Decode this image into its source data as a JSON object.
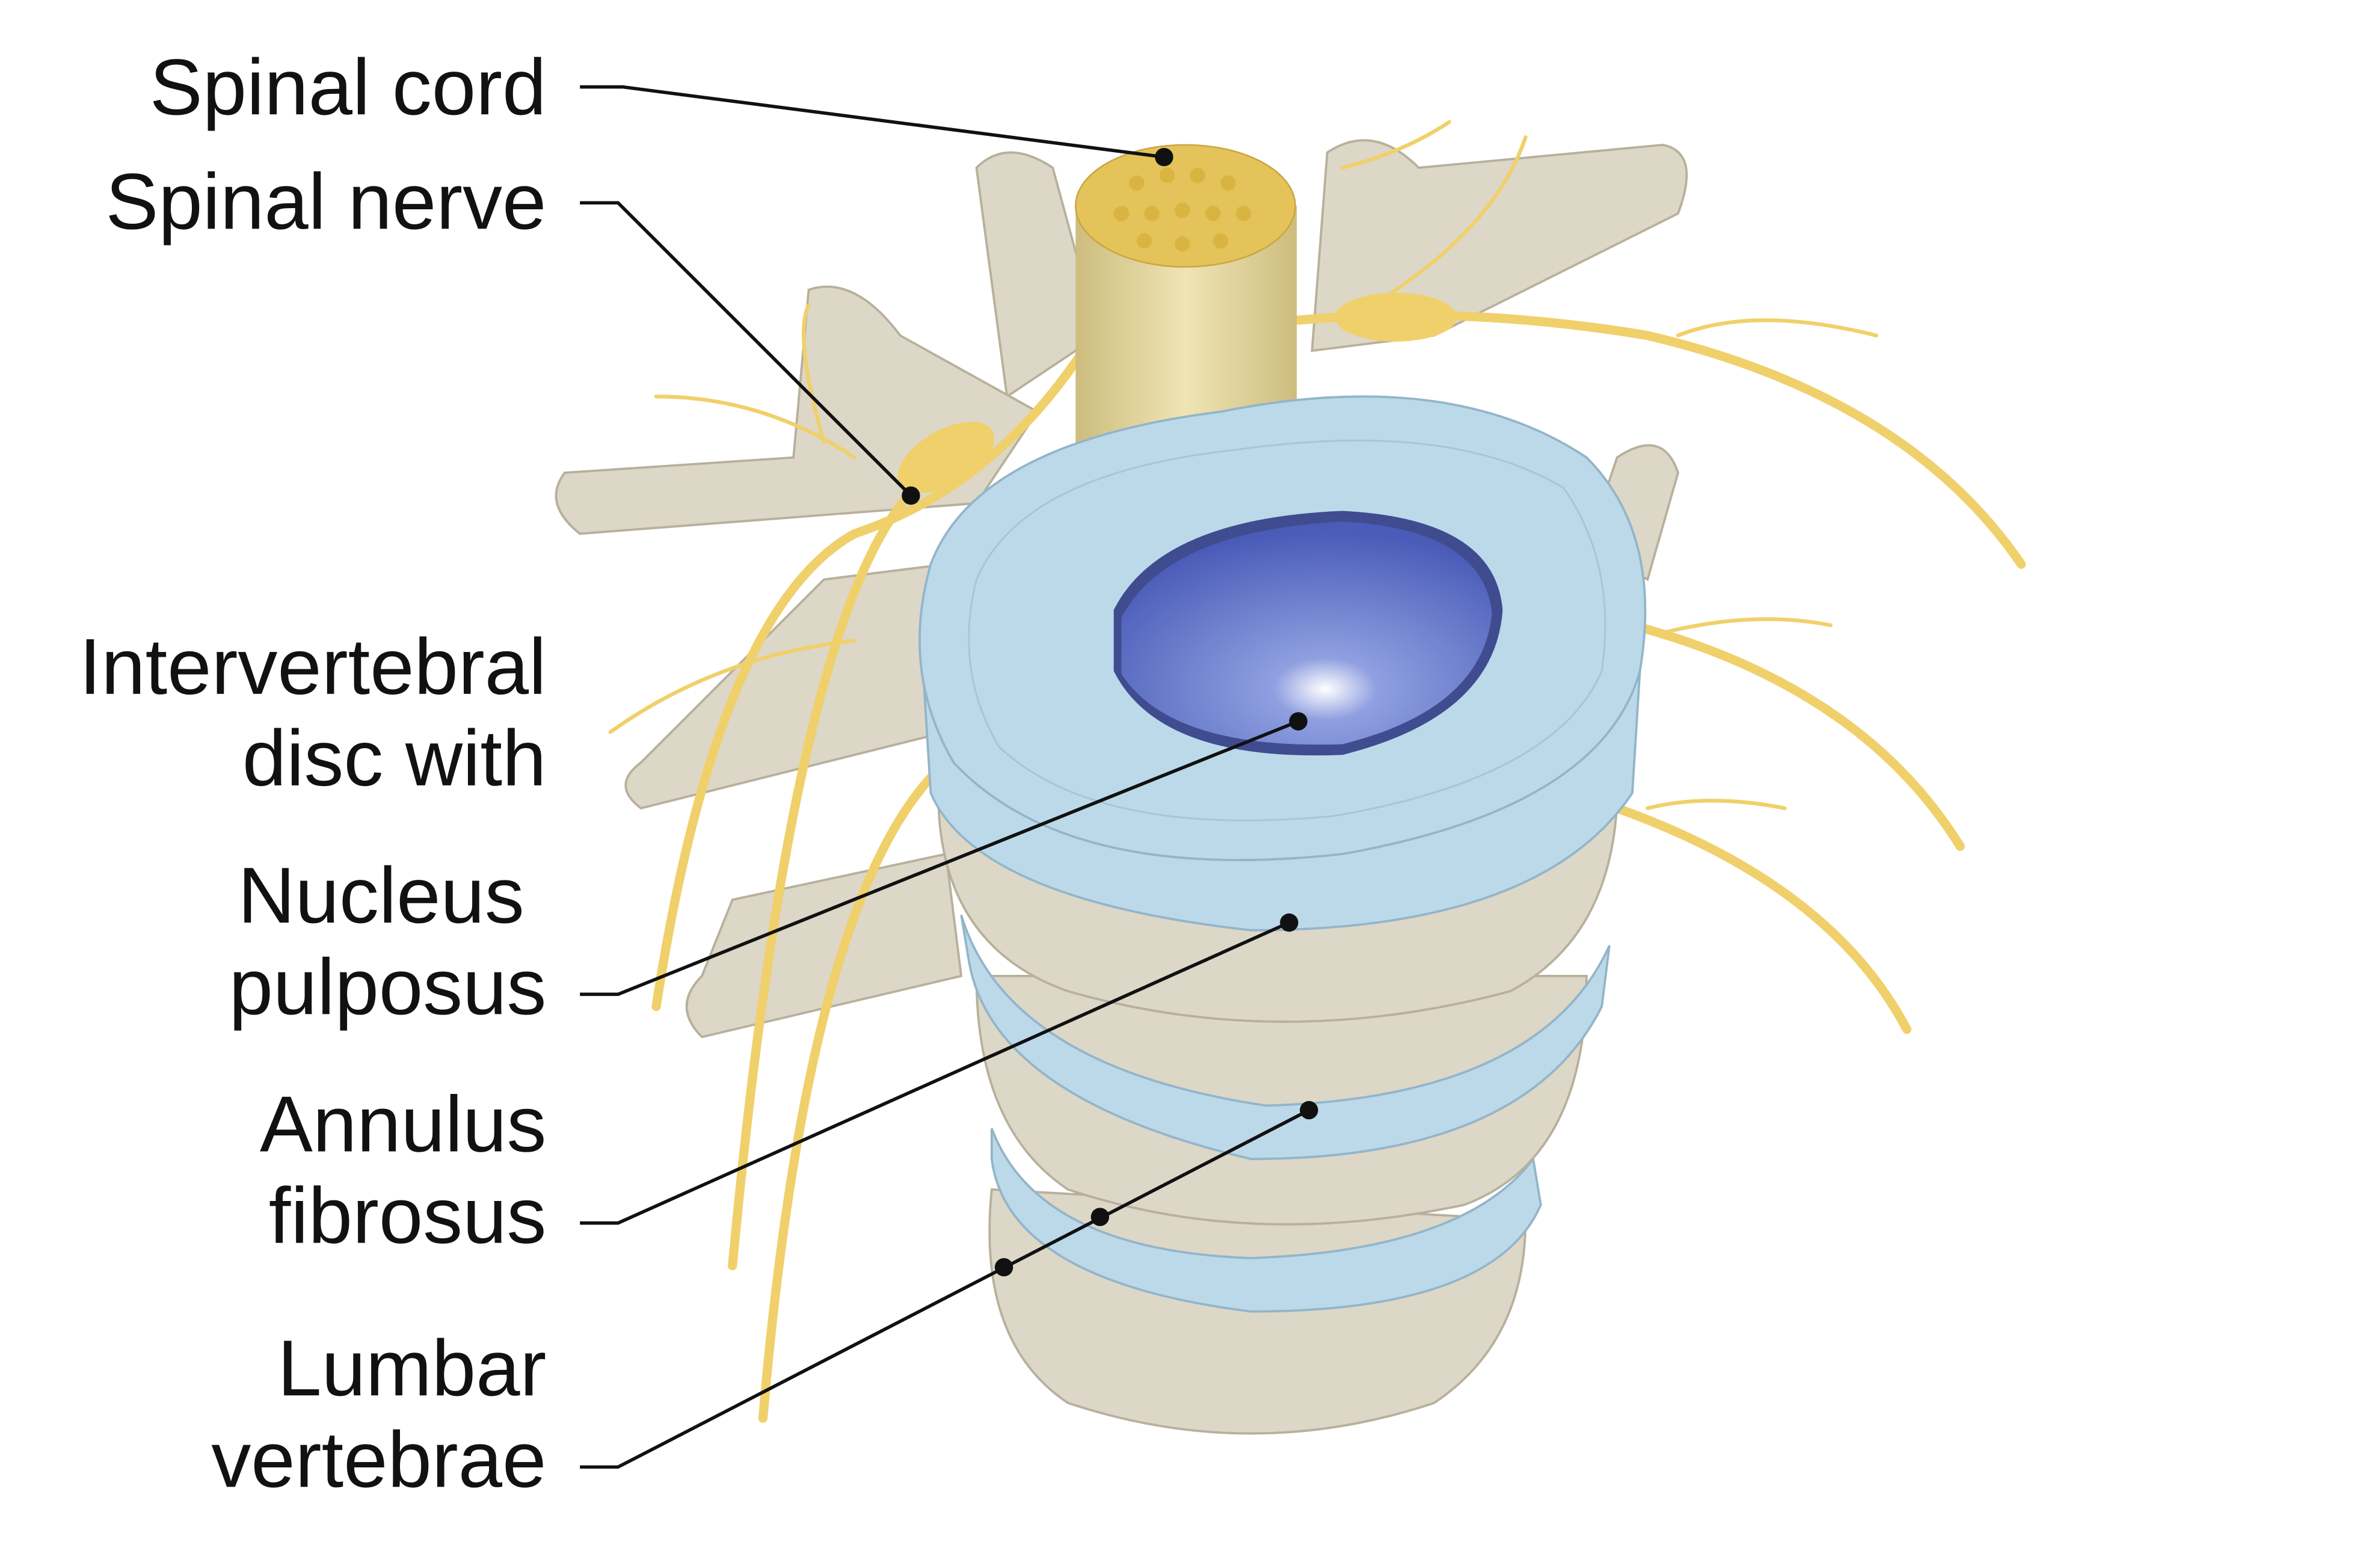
{
  "labels": {
    "spinal_cord": "Spinal cord",
    "spinal_nerve": "Spinal nerve",
    "disc_line1": "Intervertebral",
    "disc_line2": "disc with",
    "nucleus_line1": "Nucleus ",
    "nucleus_line2": "pulposus",
    "annulus_line1": "Annulus",
    "annulus_line2": "fibrosus",
    "lumbar_line1": "Lumbar",
    "lumbar_line2": "vertebrae"
  },
  "colors": {
    "bone": "#ddd7c8",
    "disc": "#bcd9ea",
    "nucleus": "#5b6fc4",
    "nerve": "#f0d06a",
    "spinal_cord": "#e6d9a0"
  }
}
